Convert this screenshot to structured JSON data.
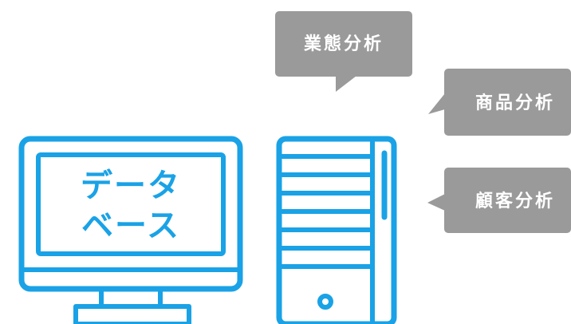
{
  "colors": {
    "accent": "#1aa2e6",
    "bubble": "#9a9a9a",
    "bubble_text": "#ffffff",
    "background": "#ffffff"
  },
  "monitor": {
    "line1": "データ",
    "line2": "ベース"
  },
  "bubbles": {
    "gyotai": "業態分析",
    "shohin": "商品分析",
    "kokyaku": "顧客分析"
  }
}
